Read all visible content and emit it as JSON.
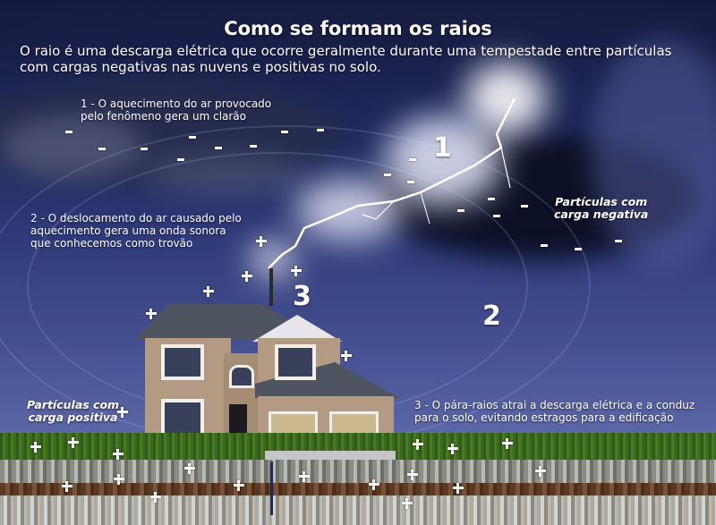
{
  "header": {
    "title": "Como se formam os raios",
    "intro": "O raio é uma descarga elétrica que ocorre geralmente durante uma tempestade entre partículas com cargas negativas nas nuvens e positivas no solo."
  },
  "steps": [
    {
      "number": "1",
      "caption_line1": "1 - O aquecimento do ar provocado",
      "caption_line2": "pelo fenômeno gera um clarão"
    },
    {
      "number": "2",
      "caption_line1": "2 - O deslocamento do ar causado pelo",
      "caption_line2": "aquecimento gera uma onda sonora",
      "caption_line3": "que conhecemos como trovão"
    },
    {
      "number": "3",
      "caption_line1": "3 - O pára-raios atrai a descarga elétrica e a conduz",
      "caption_line2": "para o solo, evitando estragos para a edificação"
    }
  ],
  "labels": {
    "negative_line1": "Partículas com",
    "negative_line2": "carga negativa",
    "positive_line1": "Partículas com",
    "positive_line2": "carga positiva"
  },
  "colors": {
    "sky_top": "#141a3e",
    "sky_bottom": "#6a73b0",
    "text": "#ffffff",
    "grass": "#3f6e1e",
    "house_wall": "#b39a82",
    "roof": "#4e5560"
  }
}
